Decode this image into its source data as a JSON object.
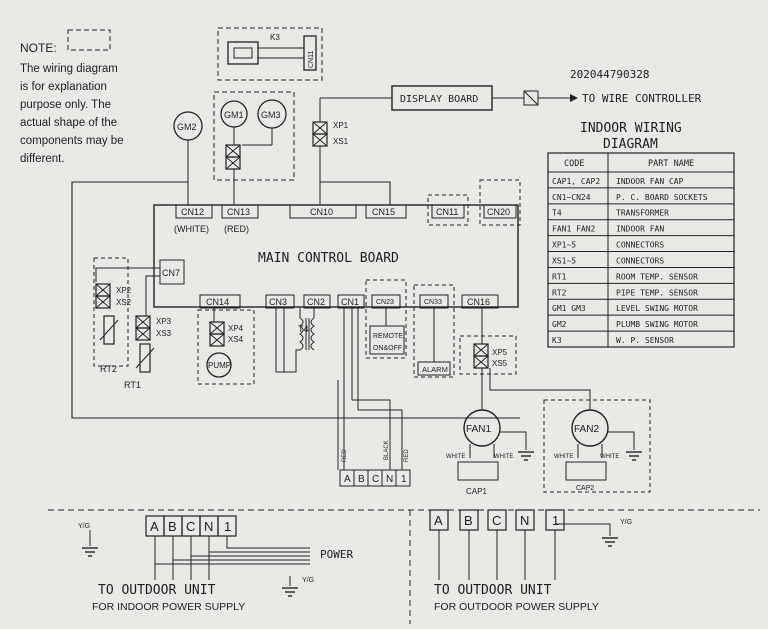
{
  "note": {
    "label": "NOTE:",
    "lines": [
      "The wiring diagram",
      "is for explanation",
      "purpose only. The",
      "actual shape of the",
      "components may be",
      "different."
    ]
  },
  "serial": "202044790328",
  "display": {
    "board": "DISPLAY BOARD",
    "to_wire_controller": "TO WIRE CONTROLLER"
  },
  "title": {
    "line1": "INDOOR WIRING",
    "line2": "DIAGRAM"
  },
  "table": {
    "headers": [
      "CODE",
      "PART NAME"
    ],
    "rows": [
      [
        "CAP1, CAP2",
        "INDOOR FAN CAP"
      ],
      [
        "CN1~CN24",
        "P. C. BOARD SOCKETS"
      ],
      [
        "T4",
        "TRANSFORMER"
      ],
      [
        "FAN1 FAN2",
        "INDOOR FAN"
      ],
      [
        "XP1~5",
        "CONNECTORS"
      ],
      [
        "XS1~5",
        "CONNECTORS"
      ],
      [
        "RT1",
        "ROOM TEMP. SENSOR"
      ],
      [
        "RT2",
        "PIPE TEMP. SENSOR"
      ],
      [
        "GM1 GM3",
        "LEVEL SWING MOTOR"
      ],
      [
        "GM2",
        "PLUMB SWING MOTOR"
      ],
      [
        "K3",
        "W. P. SENSOR"
      ]
    ]
  },
  "board": {
    "title": "MAIN CONTROL BOARD",
    "top_connectors": [
      "CN12",
      "CN13",
      "CN10",
      "CN15",
      "CN11",
      "CN20"
    ],
    "bottom_connectors": [
      "CN14",
      "CN3",
      "CN2",
      "CN1",
      "CN23",
      "CN33",
      "CN16"
    ],
    "cn7": "CN7",
    "white": "(WHITE)",
    "red": "(RED)"
  },
  "components": {
    "k3": "K3",
    "cn11_box": "CN11",
    "gm1": "GM1",
    "gm2": "GM2",
    "gm3": "GM3",
    "xp1": "XP1",
    "xs1": "XS1",
    "xp2": "XP2",
    "xs2": "XS2",
    "xp3": "XP3",
    "xs3": "XS3",
    "xp4": "XP4",
    "xs4": "XS4",
    "xp5": "XP5",
    "xs5": "XS5",
    "rt1": "RT1",
    "rt2": "RT2",
    "pump": "PUMP",
    "t4": "T4",
    "remote1": "REMOTE",
    "remote2": "ON&OFF",
    "alarm": "ALARM",
    "fan1": "FAN1",
    "fan2": "FAN2",
    "cap1": "CAP1",
    "cap2": "CAP2",
    "white": "WHITE"
  },
  "wires": {
    "red": "RED",
    "black": "BLACK"
  },
  "terminals": [
    "A",
    "B",
    "C",
    "N",
    "1"
  ],
  "bottom_left": {
    "yg": "Y/G",
    "power": "POWER",
    "to_outdoor": "TO OUTDOOR UNIT",
    "supply": "FOR INDOOR POWER SUPPLY"
  },
  "bottom_right": {
    "yg": "Y/G",
    "to_outdoor": "TO OUTDOOR UNIT",
    "supply": "FOR OUTDOOR POWER SUPPLY"
  }
}
